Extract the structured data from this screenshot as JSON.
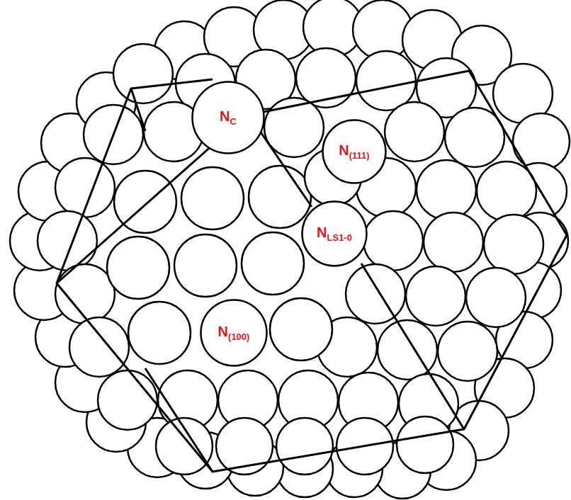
{
  "diagram": {
    "nodes": [
      {
        "text": [
          "NC"
        ]
      },
      {
        "text": [
          "N(111)"
        ]
      },
      {
        "text": [
          "NLS1-0"
        ]
      },
      {
        "text": [
          "N(100)"
        ]
      }
    ]
  }
}
